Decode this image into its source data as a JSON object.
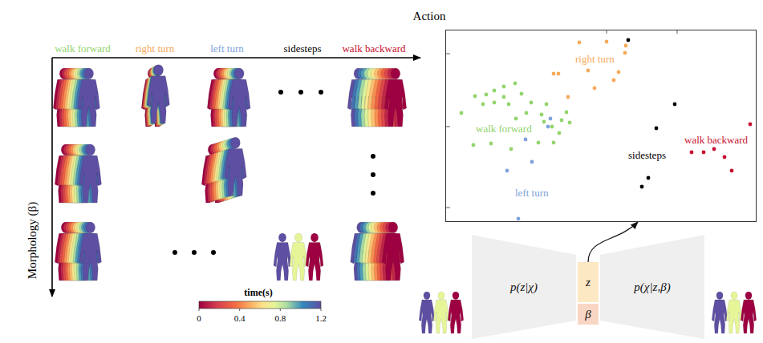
{
  "diagram": {
    "nodes": [
      {
        "text": [
          "right turn",
          "walk forward",
          "sidesteps",
          "walk backward",
          "left turn"
        ]
      },
      {
        "text": [
          "p(z|χ)"
        ]
      },
      {
        "text": [
          "z"
        ]
      },
      {
        "text": [
          "β"
        ]
      },
      {
        "text": [
          "p(χ|z,β)"
        ]
      }
    ],
    "edges": [
      {
        "from": 2,
        "to": 0,
        "arrow": "to"
      }
    ],
    "labels": [
      "Action",
      "walk forward",
      "right turn",
      "left turn",
      "sidesteps",
      "walk backward",
      "Morphology (β)",
      "time(s)",
      "0",
      "0.4",
      "0.8",
      "1.2"
    ]
  }
}
